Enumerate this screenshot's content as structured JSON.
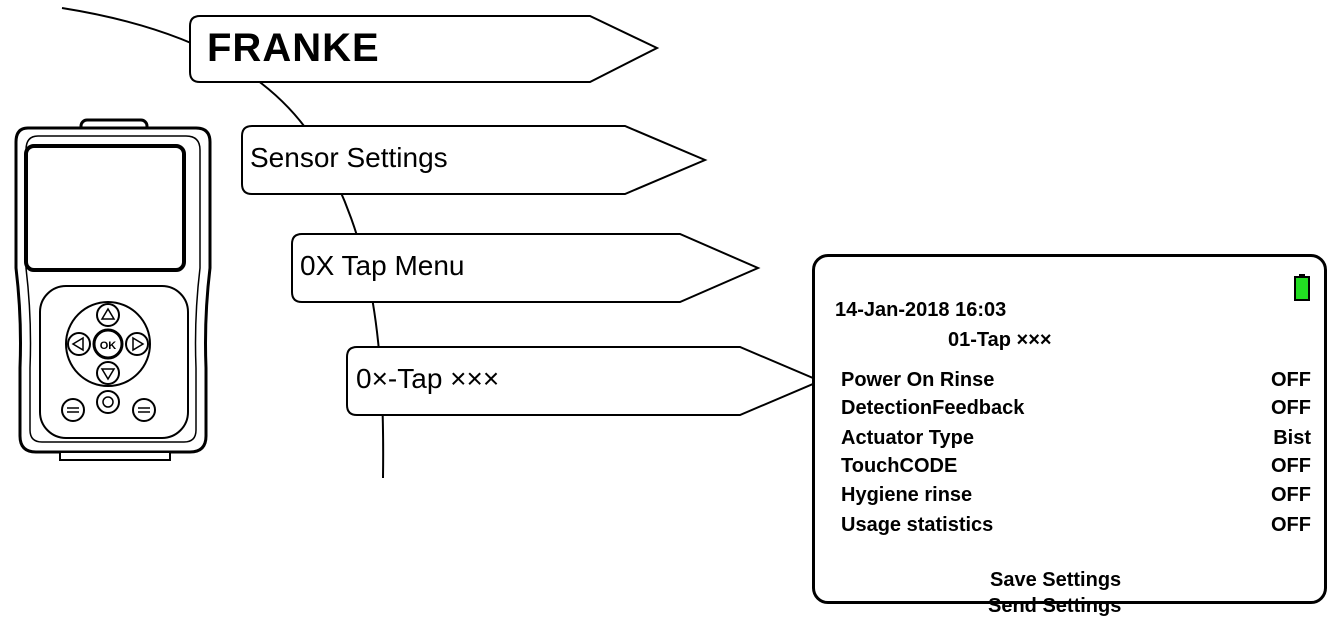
{
  "menu": {
    "brand": "FRANKE",
    "sensor_settings": "Sensor Settings",
    "tap_menu": "0X Tap Menu",
    "tap_item": "0×-Tap ×××"
  },
  "screen": {
    "datetime": "14-Jan-2018 16:03",
    "title": "01-Tap ×××",
    "rows": [
      {
        "name": "Power On Rinse",
        "value": "OFF"
      },
      {
        "name": "DetectionFeedback",
        "value": "OFF"
      },
      {
        "name": "Actuator Type",
        "value": "Bist"
      },
      {
        "name": "TouchCODE",
        "value": "OFF"
      },
      {
        "name": "Hygiene rinse",
        "value": "OFF"
      },
      {
        "name": "Usage statistics",
        "value": "OFF"
      }
    ],
    "save": "Save Settings",
    "send": "Send Settings",
    "battery_color": "#22dd22"
  },
  "device": {
    "ok_label": "OK",
    "icons": [
      "up-arrow-icon",
      "down-arrow-icon",
      "left-arrow-icon",
      "right-arrow-icon",
      "power-icon"
    ]
  },
  "colors": {
    "stroke": "#000000",
    "battery": "#22dd22"
  }
}
